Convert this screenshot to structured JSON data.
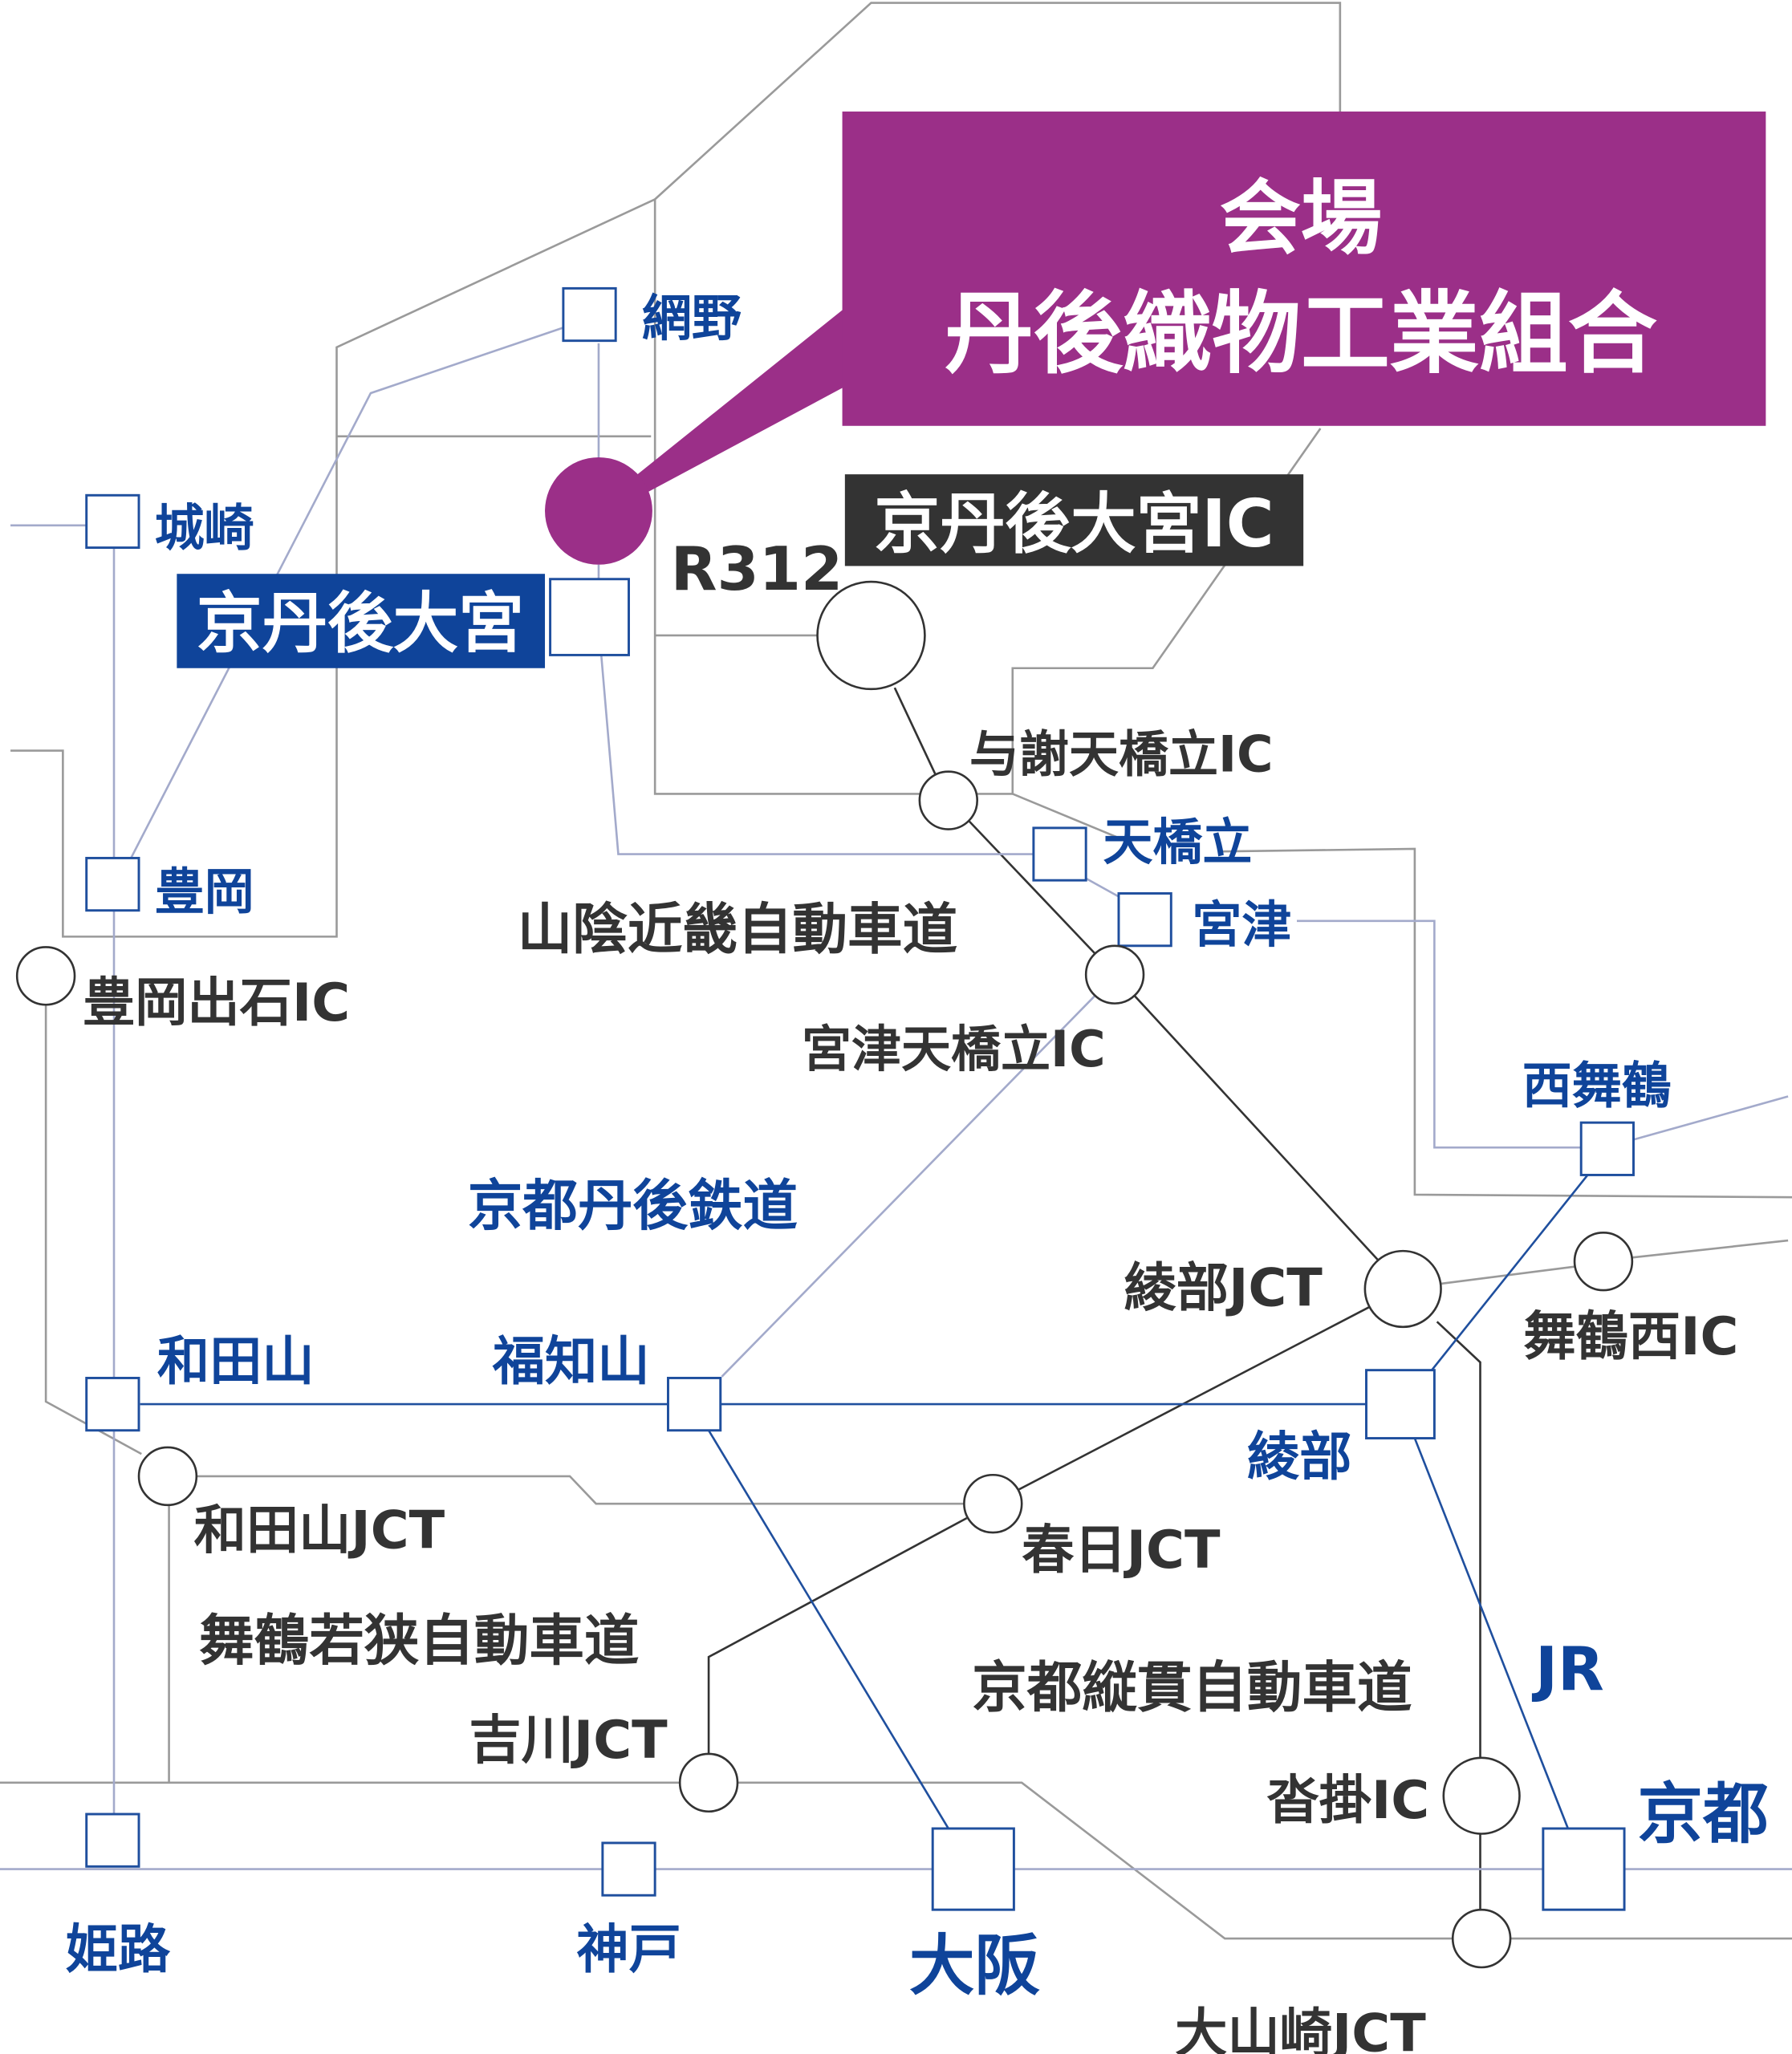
{
  "venue": {
    "heading": "会場",
    "name": "丹後織物工業組合"
  },
  "highlight_labels": {
    "ic": "京丹後大宮IC",
    "station": "京丹後大宮"
  },
  "roads": {
    "r312": "R312",
    "sanin_kinki": "山陰近畿自動車道",
    "maizuru_wakasa": "舞鶴若狭自動車道",
    "kyoto_jukan": "京都縦貫自動車道"
  },
  "railways": {
    "kyoto_tango": "京都丹後鉄道",
    "jr": "JR"
  },
  "stations": {
    "amino": "網野",
    "kinosaki": "城崎",
    "toyooka": "豊岡",
    "amanohashidate": "天橋立",
    "miyazu": "宮津",
    "nishimaizuru": "西舞鶴",
    "wadayama": "和田山",
    "fukuchiyama": "福知山",
    "ayabe": "綾部",
    "himeji": "姫路",
    "kobe": "神戸",
    "osaka": "大阪",
    "kyoto": "京都"
  },
  "interchanges": {
    "toyooka_izushi": "豊岡出石IC",
    "yosa_amanohashidate": "与謝天橋立IC",
    "miyazu_amanohashidate": "宮津天橋立IC",
    "ayabe_jct": "綾部JCT",
    "maizuru_nishi": "舞鶴西IC",
    "wadayama_jct": "和田山JCT",
    "kasuga_jct": "春日JCT",
    "yokawa_jct": "吉川JCT",
    "kutsukake": "沓掛IC",
    "oyamazaki_jct": "大山崎JCT"
  },
  "colors": {
    "venue": "#9b2f88",
    "rail": "#0f449a",
    "dark": "#333333"
  }
}
